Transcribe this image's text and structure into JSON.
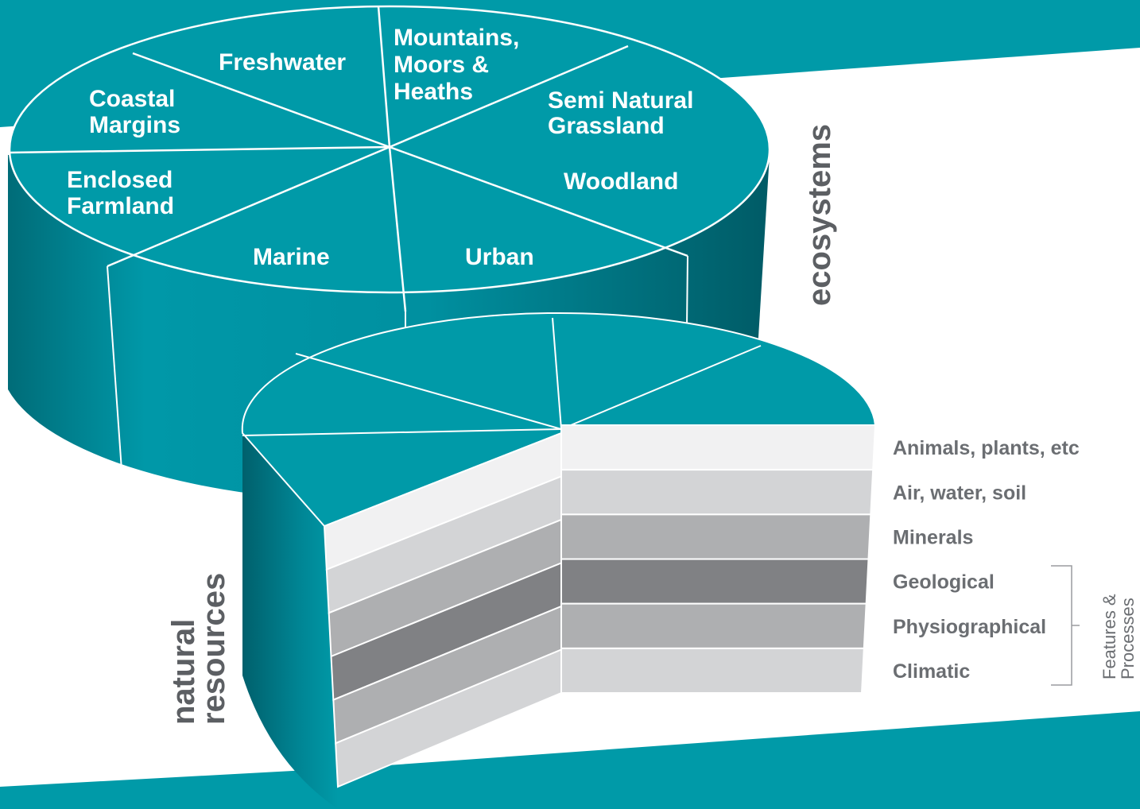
{
  "ecosystems_label": "ecosystems",
  "natural_resources_label": [
    "natural",
    "resources"
  ],
  "segments": [
    {
      "key": "freshwater",
      "lines": [
        "Freshwater"
      ]
    },
    {
      "key": "mountains",
      "lines": [
        "Mountains,",
        "Moors &",
        "Heaths"
      ]
    },
    {
      "key": "semi-natural-grassland",
      "lines": [
        "Semi Natural",
        "Grassland"
      ]
    },
    {
      "key": "woodland",
      "lines": [
        "Woodland"
      ]
    },
    {
      "key": "urban",
      "lines": [
        "Urban"
      ]
    },
    {
      "key": "marine",
      "lines": [
        "Marine"
      ]
    },
    {
      "key": "enclosed-farmland",
      "lines": [
        "Enclosed",
        "Farmland"
      ]
    },
    {
      "key": "coastal-margins",
      "lines": [
        "Coastal",
        "Margins"
      ]
    }
  ],
  "layers": [
    {
      "label": "Animals, plants, etc",
      "color": "#f1f1f2"
    },
    {
      "label": "Air, water, soil",
      "color": "#d3d4d6"
    },
    {
      "label": "Minerals",
      "color": "#aeafb1"
    },
    {
      "label": "Geological",
      "color": "#808184"
    },
    {
      "label": "Physiographical",
      "color": "#aeafb1"
    },
    {
      "label": "Climatic",
      "color": "#d3d4d6"
    }
  ],
  "features_processes_label": [
    "Features &",
    "Processes"
  ],
  "colors": {
    "teal": "#009aa8",
    "teal_side_light": "#019bab",
    "teal_side_dark": "#005f6a",
    "label_gray": "#6b6e72",
    "title_gray": "#5c5f63"
  }
}
